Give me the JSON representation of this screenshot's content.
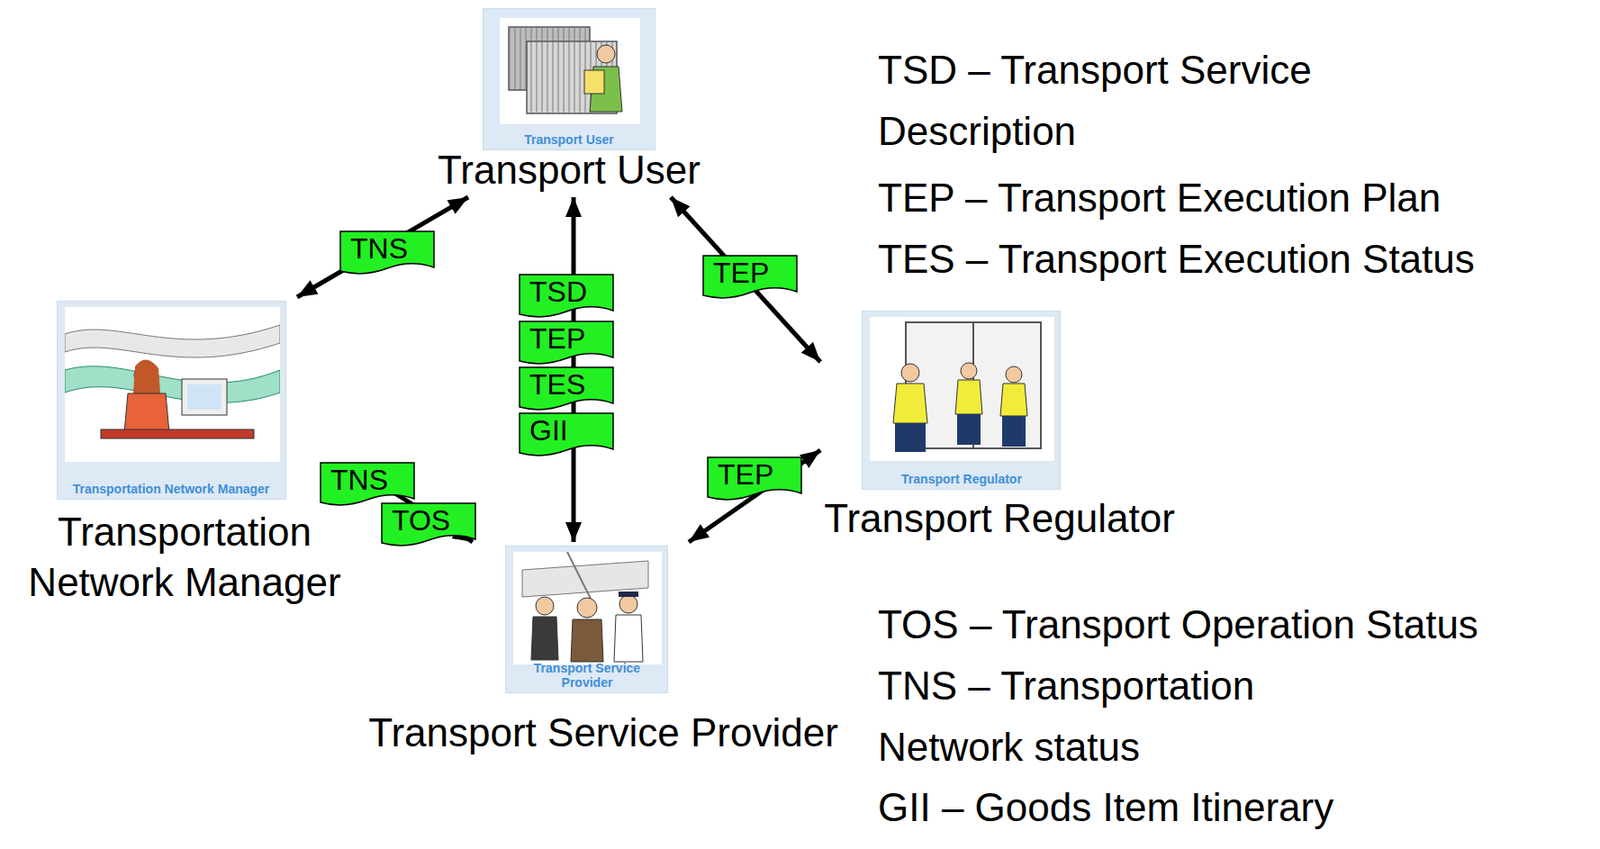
{
  "diagram": {
    "nodes": [
      {
        "text": [
          "Transport User",
          "Transport User"
        ]
      },
      {
        "text": [
          "Transportation Network Manager",
          "Transportation Network Manager"
        ]
      },
      {
        "text": [
          "Transport Regulator",
          "Transport Regulator"
        ]
      },
      {
        "text": [
          "Transport Service Provider",
          "Transport Service Provider"
        ]
      }
    ],
    "edges": [
      {
        "from": 1,
        "to": 0,
        "arrow": "both",
        "label": "TNS"
      },
      {
        "from": 0,
        "to": 3,
        "arrow": "both"
      },
      {
        "from": 0,
        "to": 2,
        "arrow": "both",
        "label": "TEP"
      },
      {
        "from": 2,
        "to": 3,
        "arrow": "both",
        "label": "TEP"
      },
      {
        "from": 1,
        "to": 3,
        "arrow": "both"
      }
    ],
    "labels": [
      "TSD",
      "TEP",
      "TES",
      "GII",
      "TNS",
      "TOS",
      "TSD – Transport Service Description",
      "TEP – Transport Execution Plan",
      "TES – Transport Execution Status",
      "TOS – Transport Operation Status",
      "TNS – Transportation Network status",
      "GII – Goods Item Itinerary"
    ]
  }
}
